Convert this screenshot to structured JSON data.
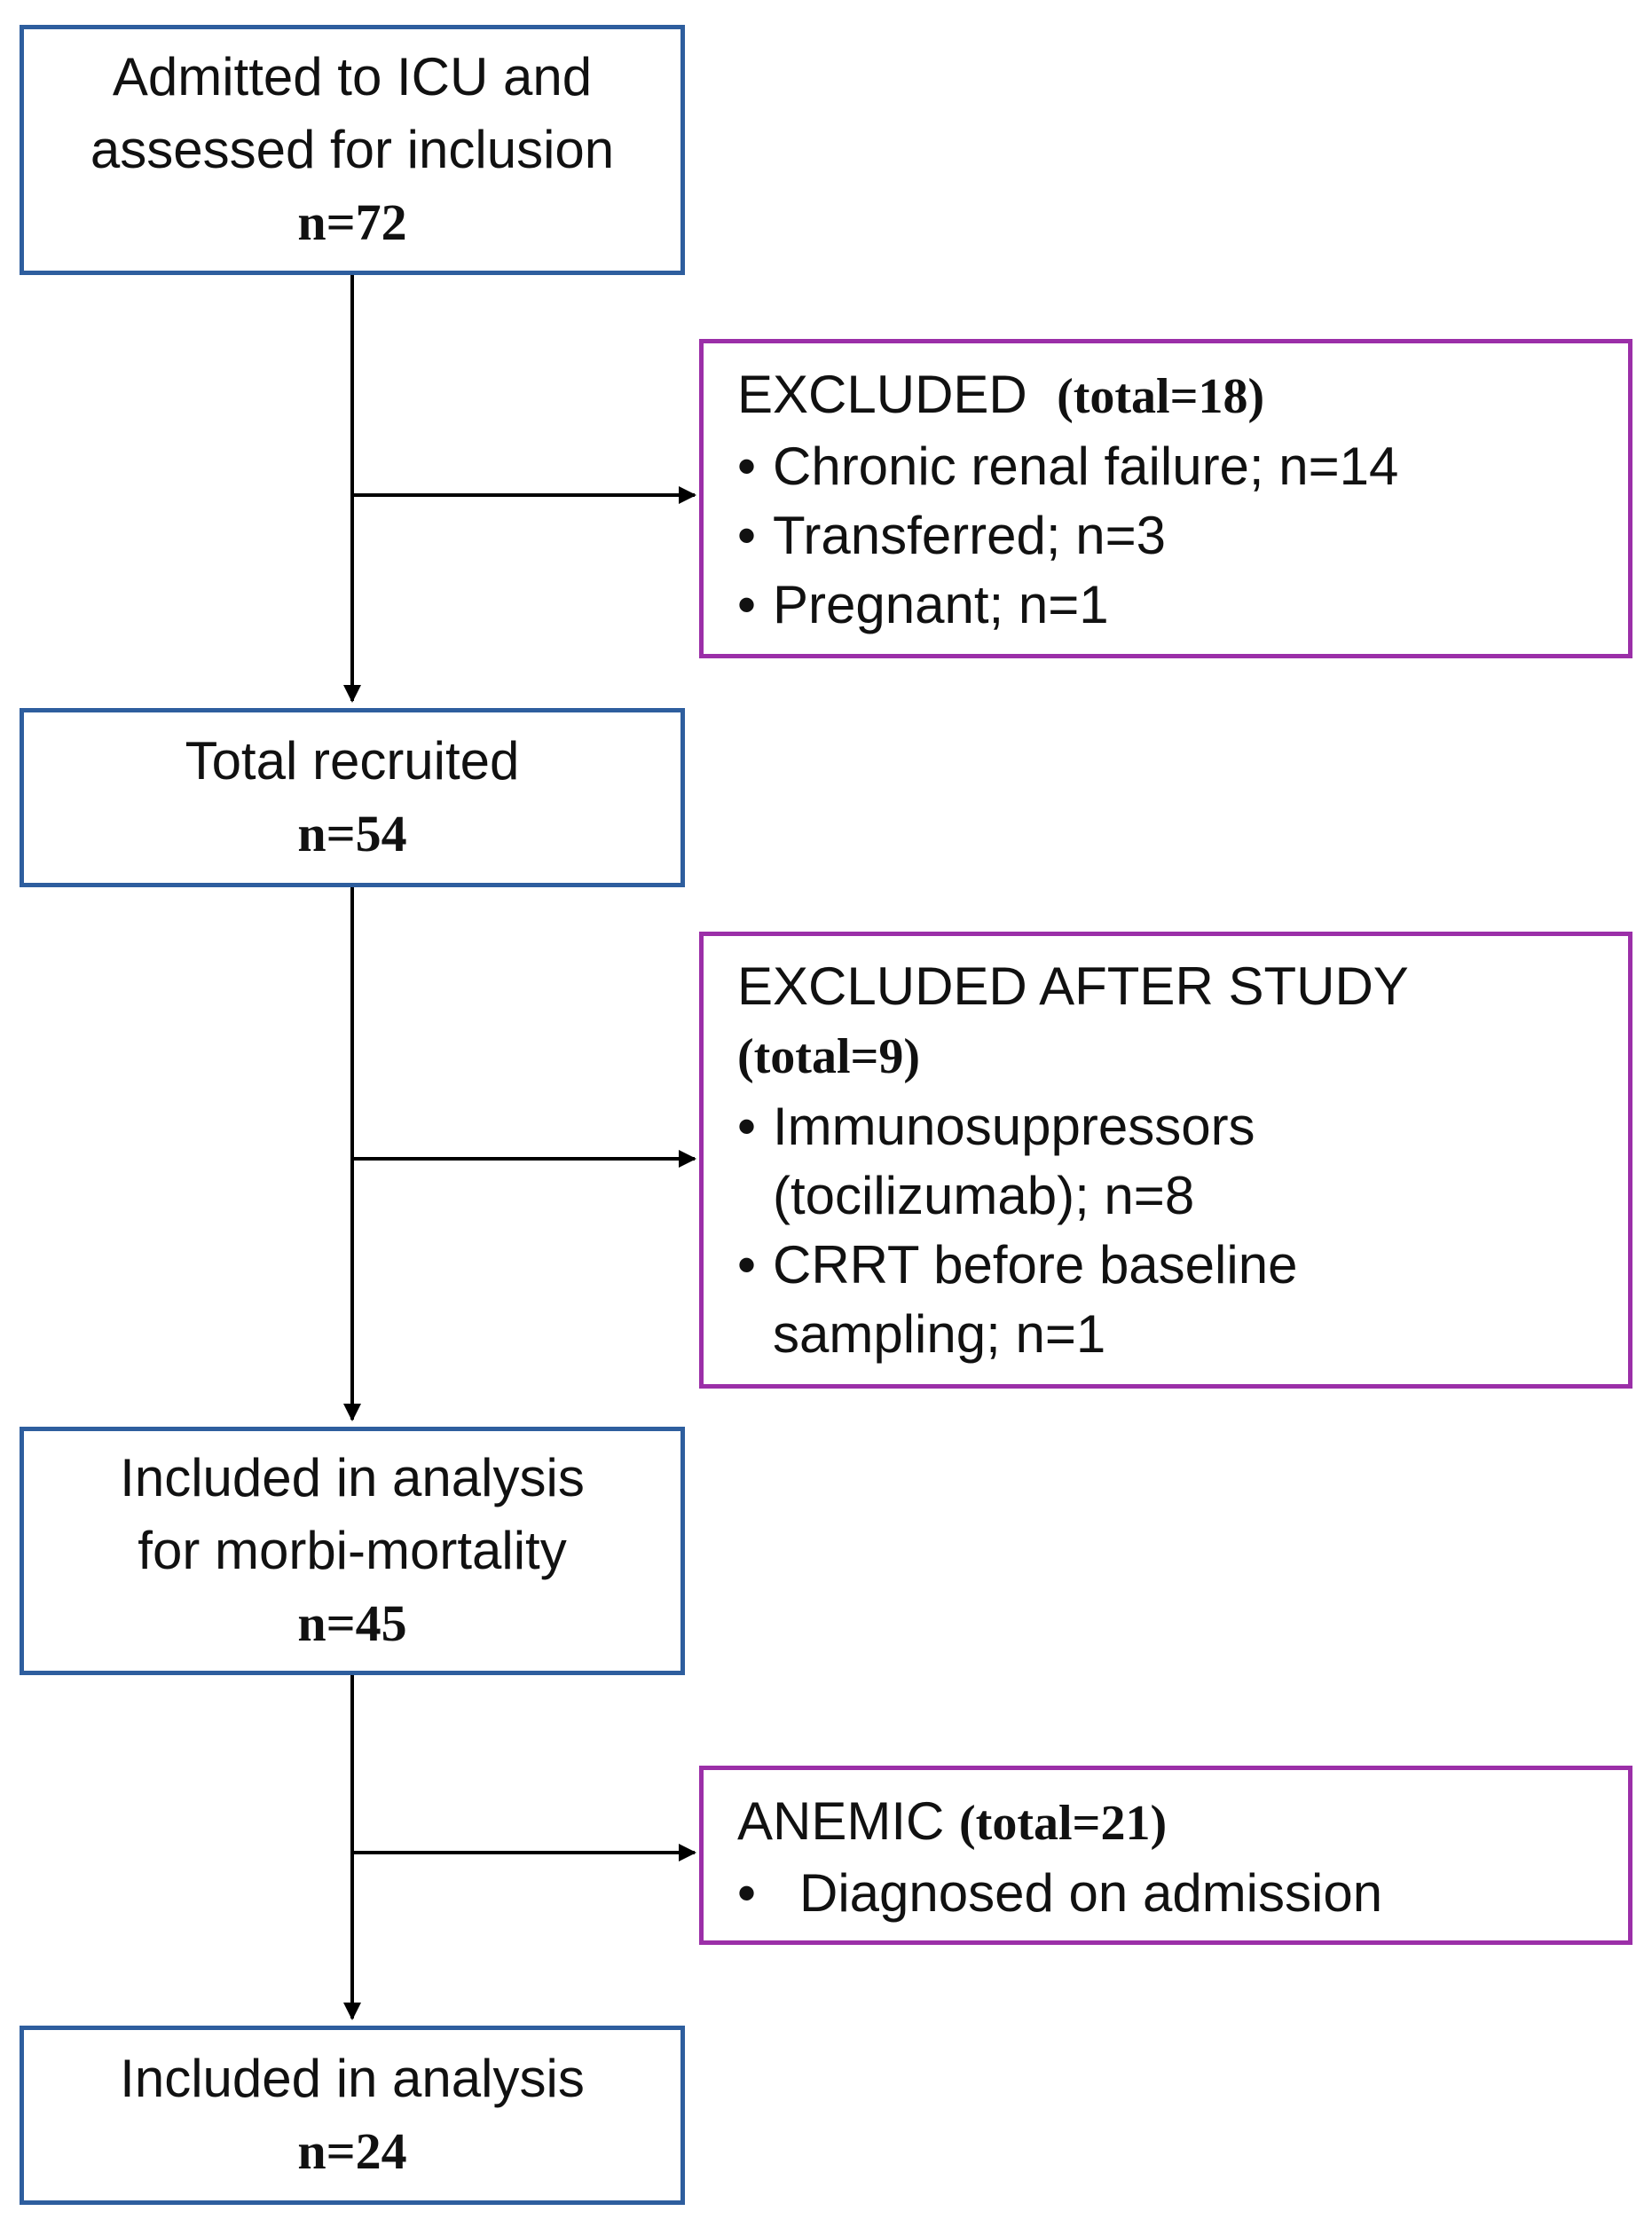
{
  "boxes": {
    "admitted": {
      "line1": "Admitted to ICU and",
      "line2": "assessed for inclusion",
      "count": "n=72"
    },
    "recruited": {
      "line1": "Total recruited",
      "count": "n=54"
    },
    "morbi": {
      "line1": "Included in analysis",
      "line2": "for morbi-mortality",
      "count": "n=45"
    },
    "final": {
      "line1": "Included in analysis",
      "count": "n=24"
    }
  },
  "excluded": {
    "heading": "EXCLUDED",
    "total": "(total=18)",
    "bullet": "•",
    "items": [
      "Chronic renal failure; n=14",
      "Transferred; n=3",
      "Pregnant; n=1"
    ]
  },
  "excluded_after": {
    "heading": "EXCLUDED AFTER STUDY",
    "total": "(total=9)",
    "bullet": "•",
    "items": [
      {
        "line1": "Immunosuppressors",
        "line2": "(tocilizumab); n=8"
      },
      {
        "line1": "CRRT before baseline",
        "line2": "sampling; n=1"
      }
    ]
  },
  "anemic": {
    "heading": "ANEMIC",
    "total": "(total=21)",
    "bullet": "•",
    "items": [
      "Diagnosed on admission"
    ]
  },
  "colors": {
    "main_border": "#2e5e9e",
    "side_border": "#9b2fa8",
    "connector": "#000000"
  }
}
